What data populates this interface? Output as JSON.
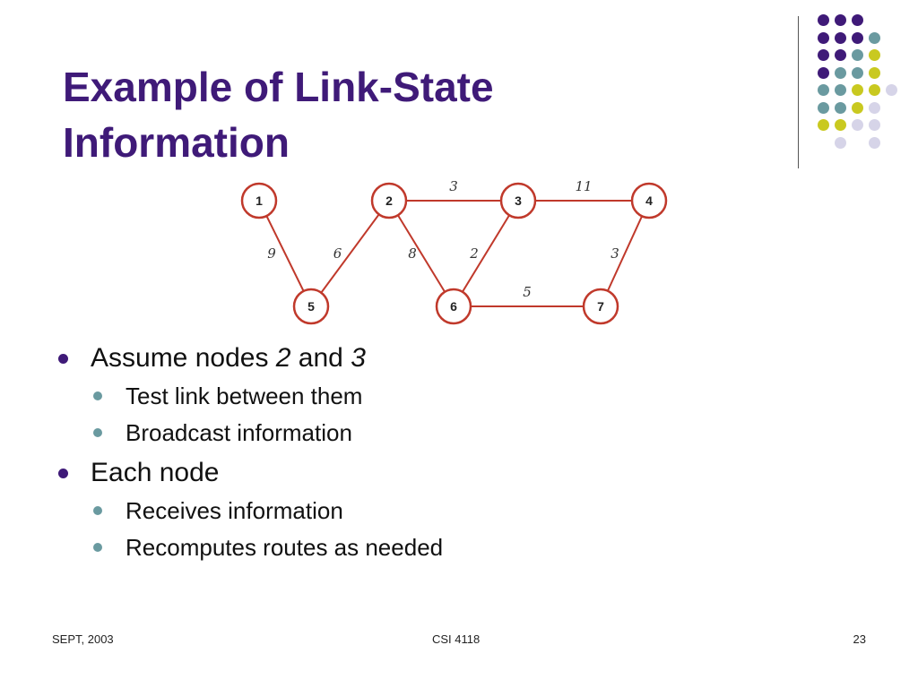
{
  "title": {
    "line1": "Example of Link-State",
    "line2": "Information"
  },
  "bullets": [
    {
      "prefix": "Assume nodes ",
      "em1": "2",
      "mid": " and ",
      "em2": "3",
      "sub": [
        "Test link between them",
        "Broadcast information"
      ]
    },
    {
      "text": "Each node",
      "sub": [
        "Receives information",
        "Recomputes routes as needed"
      ]
    }
  ],
  "footer": {
    "left": "SEPT, 2003",
    "center": "CSI 4118",
    "right": "23"
  },
  "colors": {
    "title": "#3f1a78",
    "graph": "#c0392b",
    "purple": "#3f1a78",
    "teal": "#6a9aa0",
    "yellow": "#c9c920",
    "lavender": "#d6d4e8"
  },
  "graph": {
    "nodes": [
      "1",
      "2",
      "3",
      "4",
      "5",
      "6",
      "7"
    ],
    "edges": [
      {
        "from": "1",
        "to": "5",
        "weight": "9"
      },
      {
        "from": "2",
        "to": "5",
        "weight": "6"
      },
      {
        "from": "2",
        "to": "3",
        "weight": "3"
      },
      {
        "from": "2",
        "to": "6",
        "weight": "8"
      },
      {
        "from": "3",
        "to": "6",
        "weight": "2"
      },
      {
        "from": "3",
        "to": "4",
        "weight": "11"
      },
      {
        "from": "4",
        "to": "7",
        "weight": "3"
      },
      {
        "from": "6",
        "to": "7",
        "weight": "5"
      }
    ]
  }
}
